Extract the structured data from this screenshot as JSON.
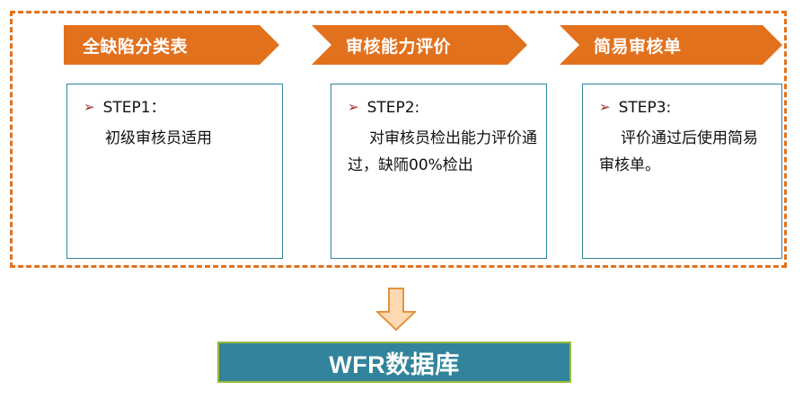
{
  "diagram": {
    "frame": {
      "name": "dashed-group-frame",
      "border_color": "#E2711D"
    },
    "accent_orange": "#E2711D",
    "accent_teal": "#31849B",
    "accent_olive": "#9BBB3C",
    "bullet_glyph": "➢",
    "steps": [
      {
        "banner": "全缺陷分类表",
        "label": "STEP1：",
        "body": "初级审核员适用"
      },
      {
        "banner": "审核能力评价",
        "label": "STEP2:",
        "body": "对审核员检出能力评价通过，缺陑00%检出"
      },
      {
        "banner": "简易审核单",
        "label": "STEP3:",
        "body": "评价通过后使用简易审核单。"
      }
    ],
    "flow_arrow": {
      "name": "down-arrow",
      "fill": "#FBD9B3",
      "stroke": "#E8923B"
    },
    "result": {
      "label": "WFR数据库",
      "fill": "#31849B",
      "border": "#9BBB3C"
    }
  }
}
